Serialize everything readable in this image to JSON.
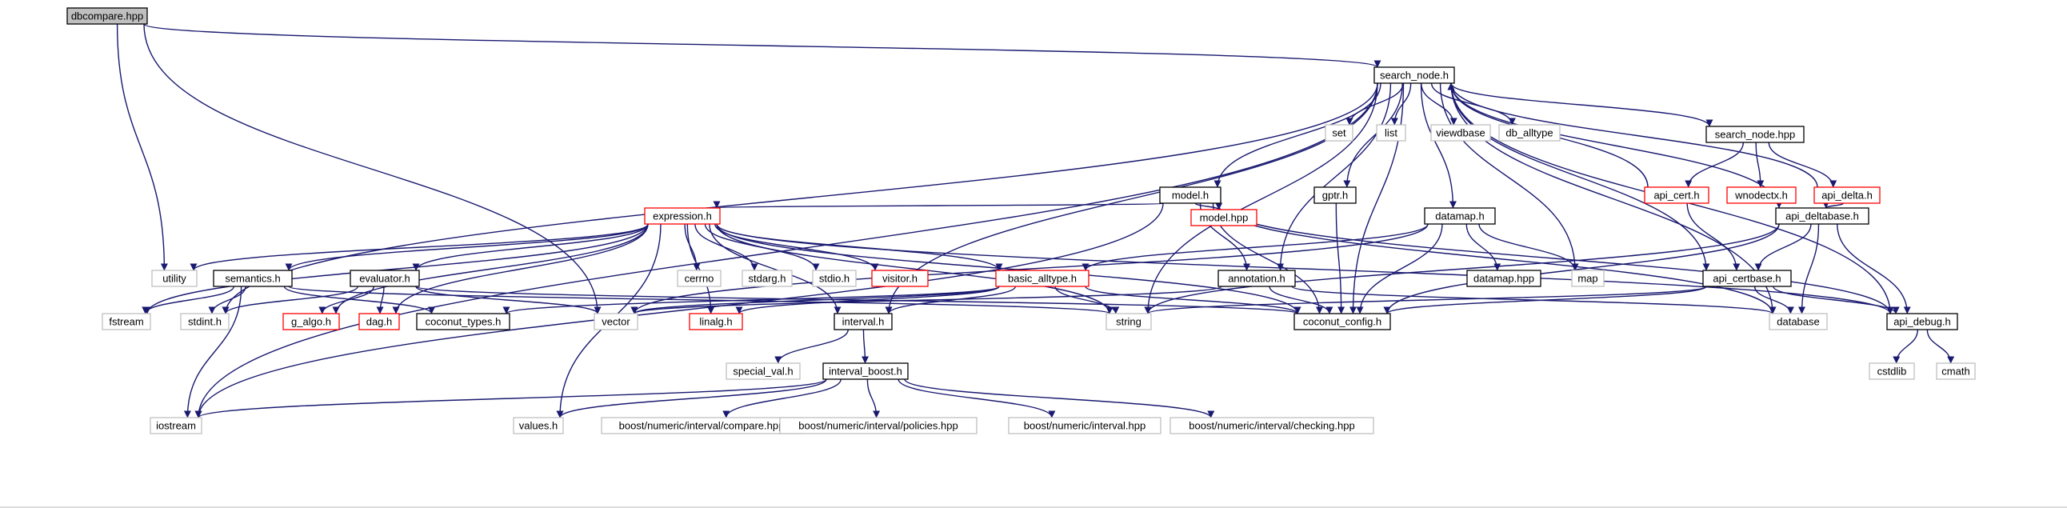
{
  "colors": {
    "edge": "#191970",
    "root_fill": "#bfbfbf",
    "internal_stroke": "#000000",
    "truncated_stroke": "#ff0000",
    "external_stroke": "#bfbfbf",
    "external_text": "#808080"
  },
  "nodes": [
    {
      "id": "dbcompare",
      "label": "dbcompare.hpp",
      "kind": "root"
    },
    {
      "id": "search_node",
      "label": "search_node.h",
      "kind": "internal"
    },
    {
      "id": "set",
      "label": "set",
      "kind": "external"
    },
    {
      "id": "list",
      "label": "list",
      "kind": "external"
    },
    {
      "id": "viewdbase",
      "label": "viewdbase",
      "kind": "external"
    },
    {
      "id": "db_alltype",
      "label": "db_alltype",
      "kind": "external"
    },
    {
      "id": "search_node_hpp",
      "label": "search_node.hpp",
      "kind": "internal"
    },
    {
      "id": "model_h",
      "label": "model.h",
      "kind": "internal"
    },
    {
      "id": "gptr_h",
      "label": "gptr.h",
      "kind": "internal"
    },
    {
      "id": "api_cert_h",
      "label": "api_cert.h",
      "kind": "truncated"
    },
    {
      "id": "wnodectx_h",
      "label": "wnodectx.h",
      "kind": "truncated"
    },
    {
      "id": "api_delta_h",
      "label": "api_delta.h",
      "kind": "truncated"
    },
    {
      "id": "model_hpp",
      "label": "model.hpp",
      "kind": "truncated"
    },
    {
      "id": "expression_h",
      "label": "expression.h",
      "kind": "truncated"
    },
    {
      "id": "datamap_h",
      "label": "datamap.h",
      "kind": "internal"
    },
    {
      "id": "api_deltabase_h",
      "label": "api_deltabase.h",
      "kind": "internal"
    },
    {
      "id": "utility",
      "label": "utility",
      "kind": "external"
    },
    {
      "id": "semantics_h",
      "label": "semantics.h",
      "kind": "internal"
    },
    {
      "id": "evaluator_h",
      "label": "evaluator.h",
      "kind": "internal"
    },
    {
      "id": "cerrno",
      "label": "cerrno",
      "kind": "external"
    },
    {
      "id": "stdarg_h",
      "label": "stdarg.h",
      "kind": "external"
    },
    {
      "id": "stdio_h",
      "label": "stdio.h",
      "kind": "external"
    },
    {
      "id": "visitor_h",
      "label": "visitor.h",
      "kind": "truncated"
    },
    {
      "id": "basic_alltype_h",
      "label": "basic_alltype.h",
      "kind": "truncated"
    },
    {
      "id": "annotation_h",
      "label": "annotation.h",
      "kind": "internal"
    },
    {
      "id": "datamap_hpp",
      "label": "datamap.hpp",
      "kind": "internal"
    },
    {
      "id": "map",
      "label": "map",
      "kind": "external"
    },
    {
      "id": "api_certbase_h",
      "label": "api_certbase.h",
      "kind": "internal"
    },
    {
      "id": "fstream",
      "label": "fstream",
      "kind": "external"
    },
    {
      "id": "stdint_h",
      "label": "stdint.h",
      "kind": "external"
    },
    {
      "id": "g_algo_h",
      "label": "g_algo.h",
      "kind": "truncated"
    },
    {
      "id": "dag_h",
      "label": "dag.h",
      "kind": "truncated"
    },
    {
      "id": "coconut_types_h",
      "label": "coconut_types.h",
      "kind": "internal"
    },
    {
      "id": "vector",
      "label": "vector",
      "kind": "external"
    },
    {
      "id": "linalg_h",
      "label": "linalg.h",
      "kind": "truncated"
    },
    {
      "id": "interval_h",
      "label": "interval.h",
      "kind": "internal"
    },
    {
      "id": "string",
      "label": "string",
      "kind": "external"
    },
    {
      "id": "coconut_config_h",
      "label": "coconut_config.h",
      "kind": "internal"
    },
    {
      "id": "database",
      "label": "database",
      "kind": "external"
    },
    {
      "id": "api_debug_h",
      "label": "api_debug.h",
      "kind": "internal"
    },
    {
      "id": "special_val_h",
      "label": "special_val.h",
      "kind": "external"
    },
    {
      "id": "interval_boost_h",
      "label": "interval_boost.h",
      "kind": "internal"
    },
    {
      "id": "cstdlib",
      "label": "cstdlib",
      "kind": "external"
    },
    {
      "id": "cmath",
      "label": "cmath",
      "kind": "external"
    },
    {
      "id": "iostream",
      "label": "iostream",
      "kind": "external"
    },
    {
      "id": "values_h",
      "label": "values.h",
      "kind": "external"
    },
    {
      "id": "bni_compare",
      "label": "boost/numeric/interval/compare.hpp",
      "kind": "external"
    },
    {
      "id": "bni_policies",
      "label": "boost/numeric/interval/policies.hpp",
      "kind": "external"
    },
    {
      "id": "bn_interval",
      "label": "boost/numeric/interval.hpp",
      "kind": "external"
    },
    {
      "id": "bni_checking",
      "label": "boost/numeric/interval/checking.hpp",
      "kind": "external"
    }
  ],
  "edges": [
    [
      "dbcompare",
      "search_node"
    ],
    [
      "dbcompare",
      "utility"
    ],
    [
      "dbcompare",
      "vector"
    ],
    [
      "search_node",
      "set"
    ],
    [
      "search_node",
      "list"
    ],
    [
      "search_node",
      "viewdbase"
    ],
    [
      "search_node",
      "db_alltype"
    ],
    [
      "search_node",
      "search_node_hpp"
    ],
    [
      "search_node",
      "model_h"
    ],
    [
      "search_node",
      "gptr_h"
    ],
    [
      "search_node",
      "datamap_h"
    ],
    [
      "search_node",
      "annotation_h"
    ],
    [
      "search_node",
      "map"
    ],
    [
      "search_node",
      "string"
    ],
    [
      "search_node",
      "coconut_config_h"
    ],
    [
      "search_node",
      "interval_h"
    ],
    [
      "search_node",
      "iostream"
    ],
    [
      "search_node",
      "stdint_h"
    ],
    [
      "search_node",
      "api_deltabase_h"
    ],
    [
      "search_node",
      "api_certbase_h"
    ],
    [
      "search_node",
      "database"
    ],
    [
      "search_node",
      "api_debug_h"
    ],
    [
      "search_node_hpp",
      "api_cert_h"
    ],
    [
      "search_node_hpp",
      "wnodectx_h"
    ],
    [
      "search_node_hpp",
      "api_delta_h"
    ],
    [
      "api_cert_h",
      "search_node"
    ],
    [
      "api_cert_h",
      "api_certbase_h"
    ],
    [
      "api_delta_h",
      "search_node"
    ],
    [
      "api_delta_h",
      "api_deltabase_h"
    ],
    [
      "model_h",
      "model_hpp"
    ],
    [
      "model_h",
      "expression_h"
    ],
    [
      "model_h",
      "annotation_h"
    ],
    [
      "model_h",
      "coconut_config_h"
    ],
    [
      "model_h",
      "iostream"
    ],
    [
      "model_h",
      "database"
    ],
    [
      "model_h",
      "api_debug_h"
    ],
    [
      "gptr_h",
      "coconut_config_h"
    ],
    [
      "expression_h",
      "utility"
    ],
    [
      "expression_h",
      "semantics_h"
    ],
    [
      "expression_h",
      "evaluator_h"
    ],
    [
      "expression_h",
      "cerrno"
    ],
    [
      "expression_h",
      "stdarg_h"
    ],
    [
      "expression_h",
      "stdio_h"
    ],
    [
      "expression_h",
      "visitor_h"
    ],
    [
      "expression_h",
      "basic_alltype_h"
    ],
    [
      "expression_h",
      "fstream"
    ],
    [
      "expression_h",
      "g_algo_h"
    ],
    [
      "expression_h",
      "dag_h"
    ],
    [
      "expression_h",
      "linalg_h"
    ],
    [
      "expression_h",
      "interval_h"
    ],
    [
      "expression_h",
      "string"
    ],
    [
      "expression_h",
      "coconut_config_h"
    ],
    [
      "expression_h",
      "values_h"
    ],
    [
      "expression_h",
      "api_debug_h"
    ],
    [
      "semantics_h",
      "fstream"
    ],
    [
      "semantics_h",
      "stdint_h"
    ],
    [
      "semantics_h",
      "iostream"
    ],
    [
      "semantics_h",
      "coconut_types_h"
    ],
    [
      "semantics_h",
      "string"
    ],
    [
      "evaluator_h",
      "stdint_h"
    ],
    [
      "evaluator_h",
      "g_algo_h"
    ],
    [
      "evaluator_h",
      "dag_h"
    ],
    [
      "evaluator_h",
      "vector"
    ],
    [
      "evaluator_h",
      "coconut_config_h"
    ],
    [
      "datamap_h",
      "basic_alltype_h"
    ],
    [
      "datamap_h",
      "datamap_hpp"
    ],
    [
      "datamap_h",
      "map"
    ],
    [
      "datamap_h",
      "coconut_config_h"
    ],
    [
      "datamap_h",
      "vector"
    ],
    [
      "basic_alltype_h",
      "coconut_types_h"
    ],
    [
      "basic_alltype_h",
      "vector"
    ],
    [
      "basic_alltype_h",
      "linalg_h"
    ],
    [
      "basic_alltype_h",
      "interval_h"
    ],
    [
      "basic_alltype_h",
      "string"
    ],
    [
      "basic_alltype_h",
      "coconut_config_h"
    ],
    [
      "annotation_h",
      "vector"
    ],
    [
      "annotation_h",
      "coconut_config_h"
    ],
    [
      "annotation_h",
      "database"
    ],
    [
      "api_deltabase_h",
      "api_certbase_h"
    ],
    [
      "api_deltabase_h",
      "string"
    ],
    [
      "api_deltabase_h",
      "coconut_config_h"
    ],
    [
      "api_deltabase_h",
      "database"
    ],
    [
      "api_deltabase_h",
      "api_debug_h"
    ],
    [
      "api_certbase_h",
      "string"
    ],
    [
      "api_certbase_h",
      "coconut_config_h"
    ],
    [
      "api_certbase_h",
      "database"
    ],
    [
      "api_certbase_h",
      "api_debug_h"
    ],
    [
      "interval_h",
      "special_val_h"
    ],
    [
      "interval_h",
      "interval_boost_h"
    ],
    [
      "interval_boost_h",
      "iostream"
    ],
    [
      "interval_boost_h",
      "values_h"
    ],
    [
      "interval_boost_h",
      "bni_compare"
    ],
    [
      "interval_boost_h",
      "bni_policies"
    ],
    [
      "interval_boost_h",
      "bn_interval"
    ],
    [
      "interval_boost_h",
      "bni_checking"
    ],
    [
      "api_debug_h",
      "cstdlib"
    ],
    [
      "api_debug_h",
      "cmath"
    ]
  ]
}
